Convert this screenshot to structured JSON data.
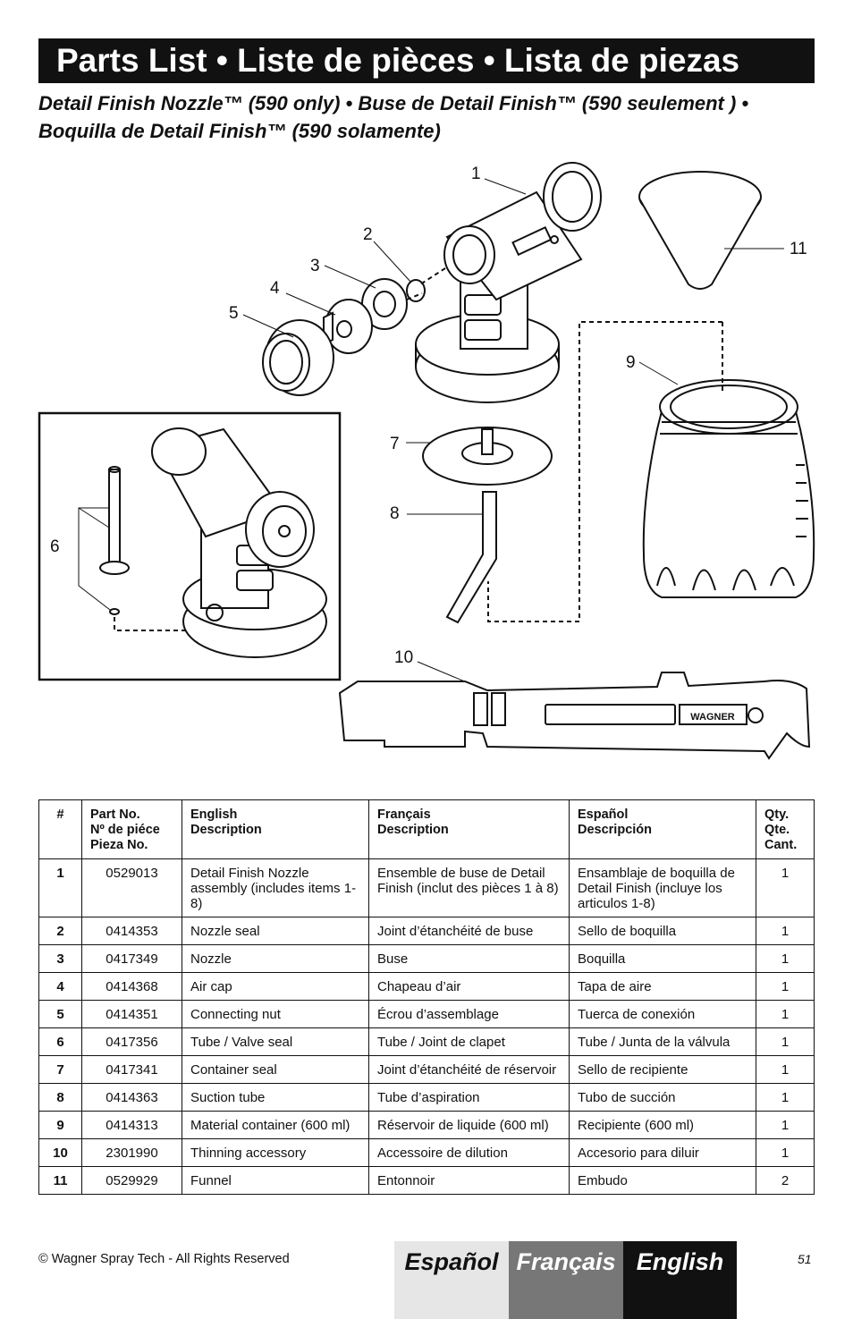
{
  "title": "Parts List • Liste de pièces • Lista de piezas",
  "subtitle": "Detail Finish Nozzle™ (590 only) • Buse de Detail Finish™ (590 seulement ) • Boquilla de Detail Finish™ (590 solamente)",
  "figure": {
    "callouts": [
      "1",
      "2",
      "3",
      "4",
      "5",
      "6",
      "7",
      "8",
      "9",
      "10",
      "11"
    ],
    "brand_logo_text": "WAGNER"
  },
  "table": {
    "headers": {
      "num": "#",
      "part_no": [
        "Part No.",
        "Nº de piéce",
        "Pieza No."
      ],
      "english": [
        "English",
        "Description"
      ],
      "francais": [
        "Français",
        "Description"
      ],
      "espanol": [
        "Español",
        "Descripción"
      ],
      "qty": [
        "Qty.",
        "Qte.",
        "Cant."
      ]
    },
    "rows": [
      {
        "num": "1",
        "part_no": "0529013",
        "english": "Detail Finish Nozzle assembly (includes items 1-8)",
        "francais": "Ensemble de buse de Detail Finish (inclut des pièces 1 à 8)",
        "espanol": "Ensamblaje de boquilla de Detail Finish (incluye los articulos 1-8)",
        "qty": "1"
      },
      {
        "num": "2",
        "part_no": "0414353",
        "english": "Nozzle seal",
        "francais": "Joint d’étanchéité de buse",
        "espanol": "Sello de boquilla",
        "qty": "1"
      },
      {
        "num": "3",
        "part_no": "0417349",
        "english": "Nozzle",
        "francais": "Buse",
        "espanol": "Boquilla",
        "qty": "1"
      },
      {
        "num": "4",
        "part_no": "0414368",
        "english": "Air cap",
        "francais": "Chapeau d’air",
        "espanol": "Tapa de aire",
        "qty": "1"
      },
      {
        "num": "5",
        "part_no": "0414351",
        "english": "Connecting nut",
        "francais": "Écrou d’assemblage",
        "espanol": "Tuerca de conexión",
        "qty": "1"
      },
      {
        "num": "6",
        "part_no": "0417356",
        "english": "Tube / Valve seal",
        "francais": "Tube / Joint de clapet",
        "espanol": "Tube / Junta de la válvula",
        "qty": "1"
      },
      {
        "num": "7",
        "part_no": "0417341",
        "english": "Container seal",
        "francais": "Joint d’étanchéité de réservoir",
        "espanol": "Sello de recipiente",
        "qty": "1"
      },
      {
        "num": "8",
        "part_no": "0414363",
        "english": "Suction tube",
        "francais": "Tube d’aspiration",
        "espanol": "Tubo de succión",
        "qty": "1"
      },
      {
        "num": "9",
        "part_no": "0414313",
        "english": "Material container (600 ml)",
        "francais": "Réservoir de liquide (600 ml)",
        "espanol": "Recipiente (600 ml)",
        "qty": "1"
      },
      {
        "num": "10",
        "part_no": "2301990",
        "english": "Thinning accessory",
        "francais": "Accessoire de dilution",
        "espanol": "Accesorio para diluir",
        "qty": "1"
      },
      {
        "num": "11",
        "part_no": "0529929",
        "english": "Funnel",
        "francais": "Entonnoir",
        "espanol": "Embudo",
        "qty": "2"
      }
    ]
  },
  "footer": {
    "copyright": "© Wagner Spray Tech - All Rights Reserved",
    "tabs": [
      "Español",
      "Français",
      "English"
    ],
    "page_number": "51"
  }
}
